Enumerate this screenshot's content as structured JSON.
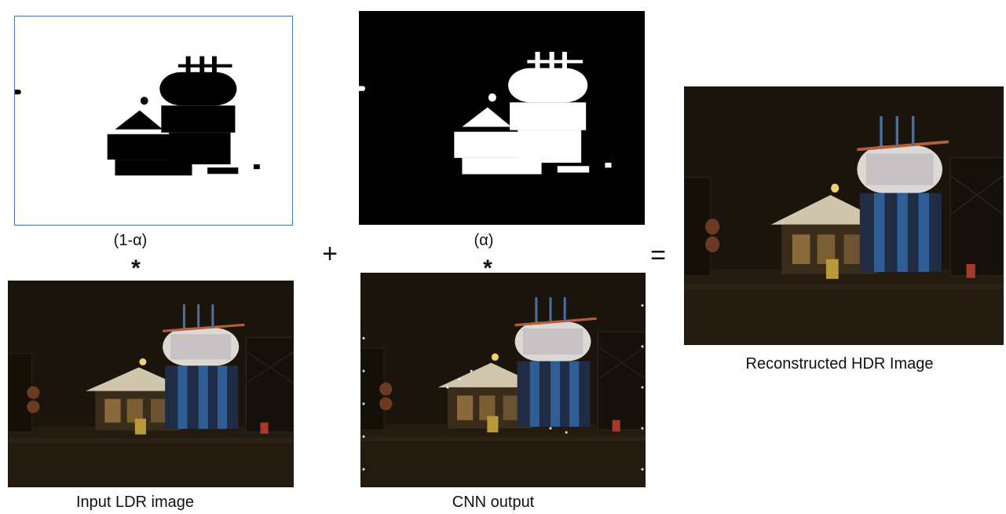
{
  "labels": {
    "one_minus_alpha": "(1-α)",
    "alpha": "(α)",
    "input": "Input LDR image",
    "cnn": "CNN output",
    "hdr": "Reconstructed HDR Image"
  },
  "operators": {
    "multiply_left": "*",
    "multiply_right": "*",
    "plus": "+",
    "equals": "="
  }
}
